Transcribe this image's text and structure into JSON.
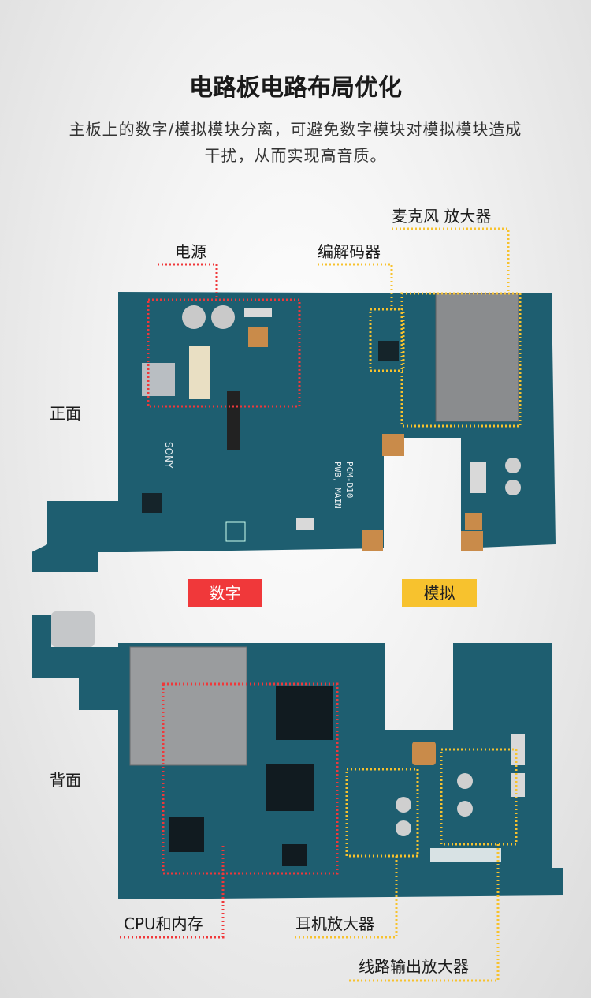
{
  "title": "电路板电路布局优化",
  "subtitle_line1": "主板上的数字/模拟模块分离，可避免数字模块对模拟模块造成",
  "subtitle_line2": "干扰，从而实现高音质。",
  "labels": {
    "mic_amp": "麦克风 放大器",
    "codec": "编解码器",
    "power": "电源",
    "front": "正面",
    "back": "背面",
    "cpu_memory": "CPU和内存",
    "headphone_amp": "耳机放大器",
    "line_out_amp": "线路输出放大器"
  },
  "tags": {
    "digital": "数字",
    "analog": "模拟"
  },
  "board_print": {
    "brand": "SONY",
    "model": "PCM-D10",
    "board": "PWB, MAIN"
  },
  "colors": {
    "red": "#f0383a",
    "yellow": "#f7c22e",
    "pcb": "#1e5e70"
  }
}
